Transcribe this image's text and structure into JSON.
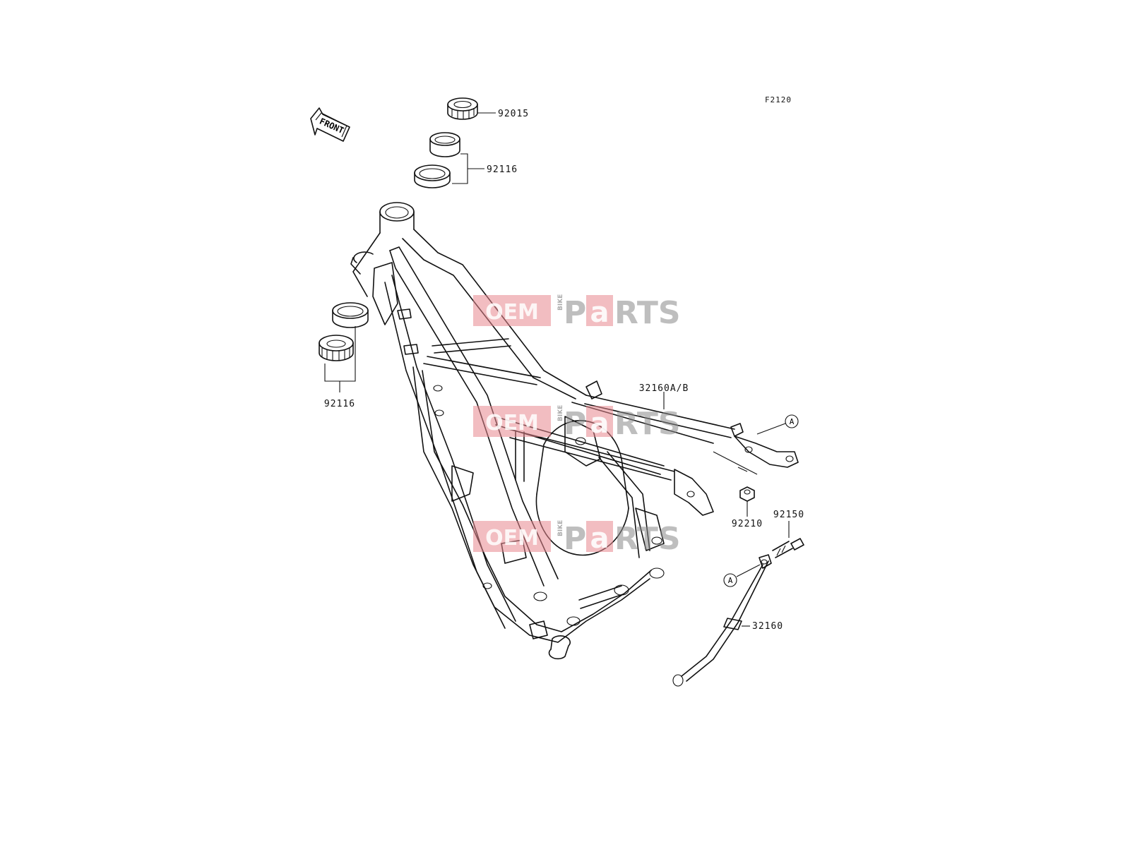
{
  "diagram": {
    "reference_code": "F2120",
    "front_arrow_label": "FRONT",
    "callout_marker": "A",
    "parts": [
      {
        "id": "p92015",
        "number": "92015"
      },
      {
        "id": "p92116_top",
        "number": "92116"
      },
      {
        "id": "p92116_left",
        "number": "92116"
      },
      {
        "id": "p32160ab",
        "number": "32160A/B"
      },
      {
        "id": "p92210",
        "number": "92210"
      },
      {
        "id": "p92150",
        "number": "92150"
      },
      {
        "id": "p32160",
        "number": "32160"
      }
    ]
  },
  "watermark": {
    "brand_left": "OEM",
    "brand_small": "BIKE",
    "brand_p": "P",
    "brand_a": "a",
    "brand_right": "RTS",
    "colors": {
      "red": "#e2414d",
      "grey": "#8a8a8a"
    }
  }
}
